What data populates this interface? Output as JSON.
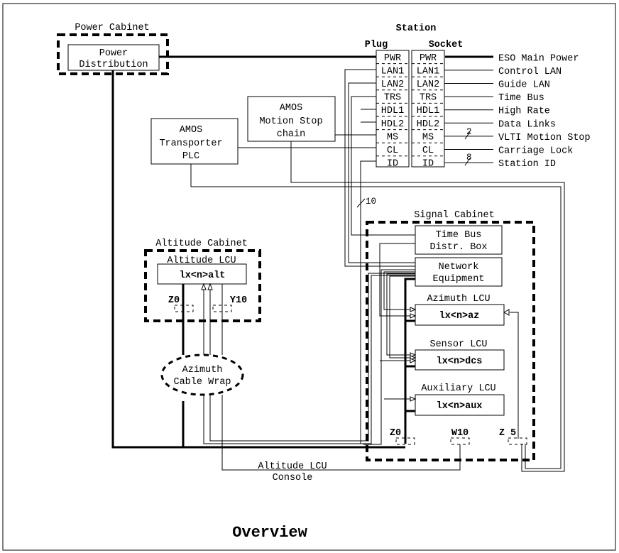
{
  "diagram": {
    "title": "Overview",
    "power_cabinet": {
      "label": "Power Cabinet",
      "box_lines": [
        "Power",
        "Distribution"
      ]
    },
    "station": {
      "label": "Station",
      "plug_label": "Plug",
      "socket_label": "Socket",
      "pins": [
        "PWR",
        "LAN1",
        "LAN2",
        "TRS",
        "HDL1",
        "HDL2",
        "MS",
        "CL",
        "ID"
      ],
      "signals": [
        "ESO Main Power",
        "Control LAN",
        "Guide LAN",
        "Time Bus",
        "High Rate",
        "Data Links",
        "VLTI Motion Stop",
        "Carriage Lock",
        "Station ID"
      ],
      "bus_widths": {
        "ms": "2",
        "id": "8"
      }
    },
    "amos_motion_stop": {
      "lines": [
        "AMOS",
        "Motion Stop",
        "chain"
      ]
    },
    "amos_transporter": {
      "lines": [
        "AMOS",
        "Transporter",
        "PLC"
      ]
    },
    "bundle_width": "10",
    "signal_cabinet": {
      "label": "Signal Cabinet",
      "time_bus_box": [
        "Time Bus",
        "Distr. Box"
      ],
      "network_box": [
        "Network",
        "Equipment"
      ],
      "azimuth_lcu": {
        "label": "Azimuth LCU",
        "host": "lx<n>az"
      },
      "sensor_lcu": {
        "label": "Sensor LCU",
        "host": "lx<n>dcs"
      },
      "auxiliary_lcu": {
        "label": "Auxiliary LCU",
        "host": "lx<n>aux"
      },
      "connectors": [
        "Z0",
        "W10",
        "Z 5"
      ]
    },
    "altitude_cabinet": {
      "label": "Altitude Cabinet",
      "lcu_label": "Altitude LCU",
      "host": "lx<n>alt",
      "connectors": [
        "Z0",
        "Y10"
      ]
    },
    "cable_wrap": [
      "Azimuth",
      "Cable Wrap"
    ],
    "console": [
      "Altitude LCU",
      "Console"
    ]
  }
}
